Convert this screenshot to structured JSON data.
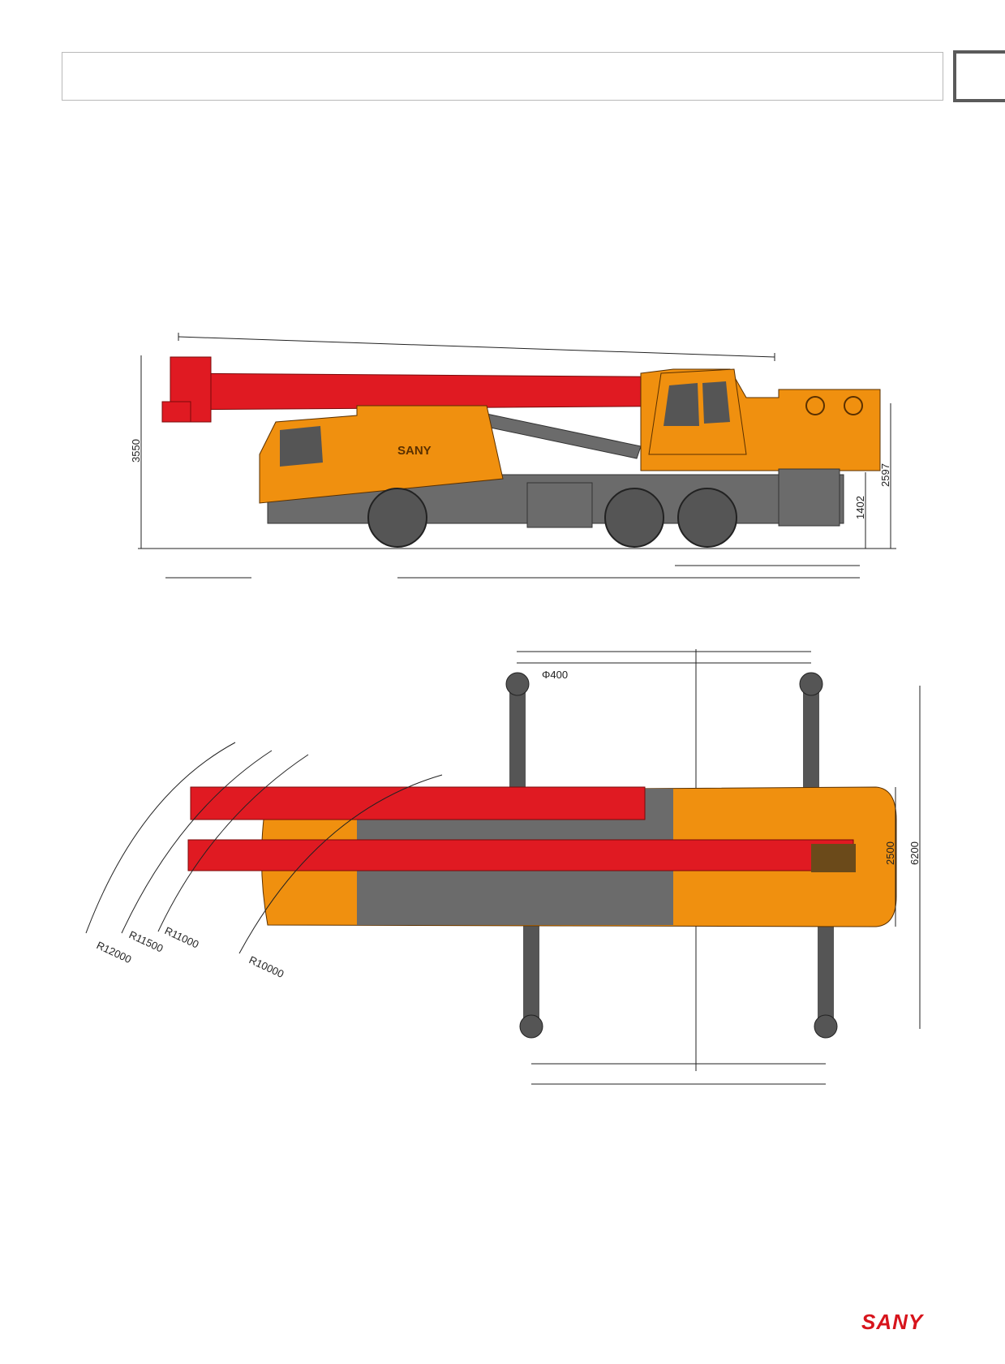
{
  "header": {
    "title": ""
  },
  "brand": {
    "logo": "SANY",
    "body_logo": "SANY",
    "accent": "#d7141c",
    "orange": "#f0900f",
    "grey": "#6b6b6b"
  },
  "side_view": {
    "overall_height": "3550",
    "cab_to_pivot_height": "2597",
    "frame_height": "1402"
  },
  "top_view": {
    "outrigger_pad": "Φ400",
    "carrier_width": "2500",
    "outrigger_span": "6200",
    "radii": [
      "R12000",
      "R11500",
      "R11000",
      "R10000"
    ]
  }
}
